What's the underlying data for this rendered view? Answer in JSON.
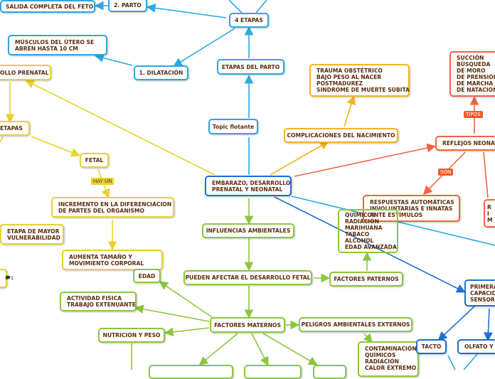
{
  "colors": {
    "blue": "#29a9e6",
    "dark_blue": "#1f6fd0",
    "yellow": "#e9d22b",
    "orange": "#f4b323",
    "red": "#ef6542",
    "green": "#8cc63e",
    "text": "#5a2d0c"
  },
  "nodes": {
    "central": "EMBARAZO, DESARROLLO\nPRENATAL Y NEONATAL",
    "salida_feto": "SALIDA COMPLETA DEL FETO",
    "parto": "2. PARTO",
    "cuatro_etapas": "4 ETAPAS",
    "musculos_utero": "MÚSCULOS DEL ÚTERO SE\nABREN HASTA 10 CM",
    "dilatacion": "1. DILATACIÓN",
    "etapas_parto": "ETAPAS DEL PARTO",
    "topic_flotante": "Topic flotante",
    "desarrollo_prenatal": "OLLO PRENATAL",
    "etapas": "ETAPAS",
    "fetal": "FETAL",
    "incremento": "INCREMENTO EN LA DIFERENCIACION\nDE PARTES DEL ORGANISMO",
    "vulnerabilidad": "ETAPA DE MAYOR\nVULNERABILIDAD",
    "aumenta_tamano": "AUMENTA TAMAÑO Y\nMOVIMIENTO CORPORAL",
    "complicaciones_list": "TRAUMA OBSTÉTRICO\nBAJO PESO AL NACER\nPOSTMADUREZ\nSINDROME DE MUERTE SÚBITA",
    "complicaciones": "COMPLICACIONES DEL NACIMIENTO",
    "reflejos_tipos": "SUCCIÓN\nBÚSQUEDA\nDE MORO\nDE PRENSIÓN\nDE MARCHA\nDE NATACIÓN",
    "reflejos": "REFLEJOS NEONATA",
    "respuestas": "RESPUESTAS AUTOMÁTICAS\nINVOLUNTARIAS E INNATAS\nANTE ESTÍMULOS",
    "right_partial": "R\nI\nM",
    "influencias": "INFLUENCIAS AMBIENTALES",
    "paternos_list": "QUÍMICOS\nRADIACIÓN\nMARIHUANA\nTABACO\nALCOHOL\nEDAD AVANZADA",
    "pueden_afectar": "PUEDEN AFECTAR EL DESARROLLO FETAL",
    "factores_paternos": "FACTORES PATERNOS",
    "edad": "EDAD",
    "actividad": "ACTIVIDAD FISICA\nTRABAJO EXTENUANTE",
    "nutricion": "NUTRICION Y PESO",
    "factores_maternos": "FACTORES MATERNOS",
    "peligros": "PELIGROS AMBIENTALES EXTERNOS",
    "peligros_list": "CONTAMINACIÓN\nQUÍMICOS\nRADIACIÓN\nCALOR EXTREMO",
    "primeras_capacidades": "PRIMERA\nCAPACID\nSENSORI",
    "tacto": "TACTO",
    "olfato": "OLFATO Y G"
  },
  "labels": {
    "hay_un": "HAY UN",
    "tipos": "TIPOS",
    "son": "SON"
  },
  "comment_count": "1"
}
